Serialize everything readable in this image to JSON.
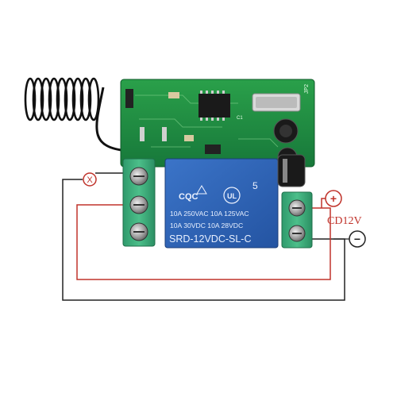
{
  "relay": {
    "cert_mark": "CQC",
    "ul_mark": "UL",
    "pin_count": "5",
    "rating_line1": "10A 250VAC  10A 125VAC",
    "rating_line2": "10A  30VDC  10A  28VDC",
    "model": "SRD-12VDC-SL-C"
  },
  "pcb": {
    "silkscreen_jp": "JP2",
    "silkscreen_c": "C1"
  },
  "power": {
    "label": "CD12V",
    "plus_symbol": "+",
    "minus_symbol": "−"
  },
  "load": {
    "lamp_symbol": "X"
  },
  "colors": {
    "pcb": "#1f8a3a",
    "terminal": "#3aa877",
    "relay": "#2f64b8",
    "wire_red": "#c0332b",
    "wire_black": "#222222",
    "label_red": "#c0332b"
  }
}
